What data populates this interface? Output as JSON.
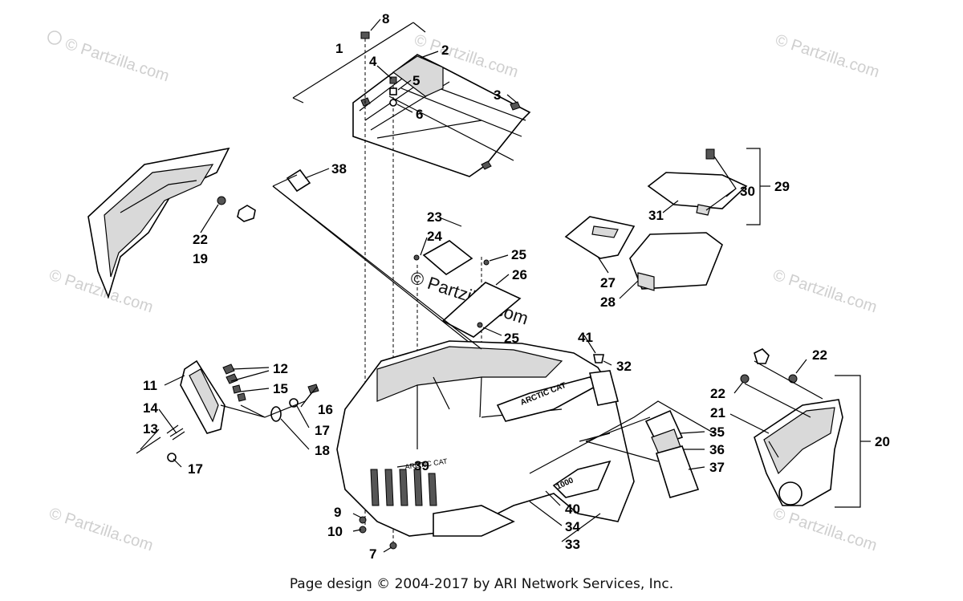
{
  "watermarks": {
    "corner_text": "© Partzilla.com",
    "center_line1": "© Partzilla",
    "center_line2": ".com"
  },
  "callouts": {
    "c1": "1",
    "c2": "2",
    "c3": "3",
    "c4": "4",
    "c5": "5",
    "c6": "6",
    "c7": "7",
    "c8": "8",
    "c9": "9",
    "c10": "10",
    "c11": "11",
    "c12": "12",
    "c13": "13",
    "c14": "14",
    "c15": "15",
    "c16": "16",
    "c17a": "17",
    "c17b": "17",
    "c18": "18",
    "c19": "19",
    "c20": "20",
    "c21": "21",
    "c22a": "22",
    "c22b": "22",
    "c22c": "22",
    "c23": "23",
    "c24": "24",
    "c25a": "25",
    "c25b": "25",
    "c26": "26",
    "c27": "27",
    "c28": "28",
    "c29": "29",
    "c30": "30",
    "c31": "31",
    "c32": "32",
    "c33": "33",
    "c34": "34",
    "c35": "35",
    "c36": "36",
    "c37": "37",
    "c38": "38",
    "c39": "39",
    "c40": "40",
    "c41": "41"
  },
  "decals": {
    "hood_logo": "ARCTIC CAT",
    "grille_logo": "ARCTIC CAT",
    "model_badge": "1000"
  },
  "footer": "Page design © 2004-2017 by ARI Network Services, Inc."
}
